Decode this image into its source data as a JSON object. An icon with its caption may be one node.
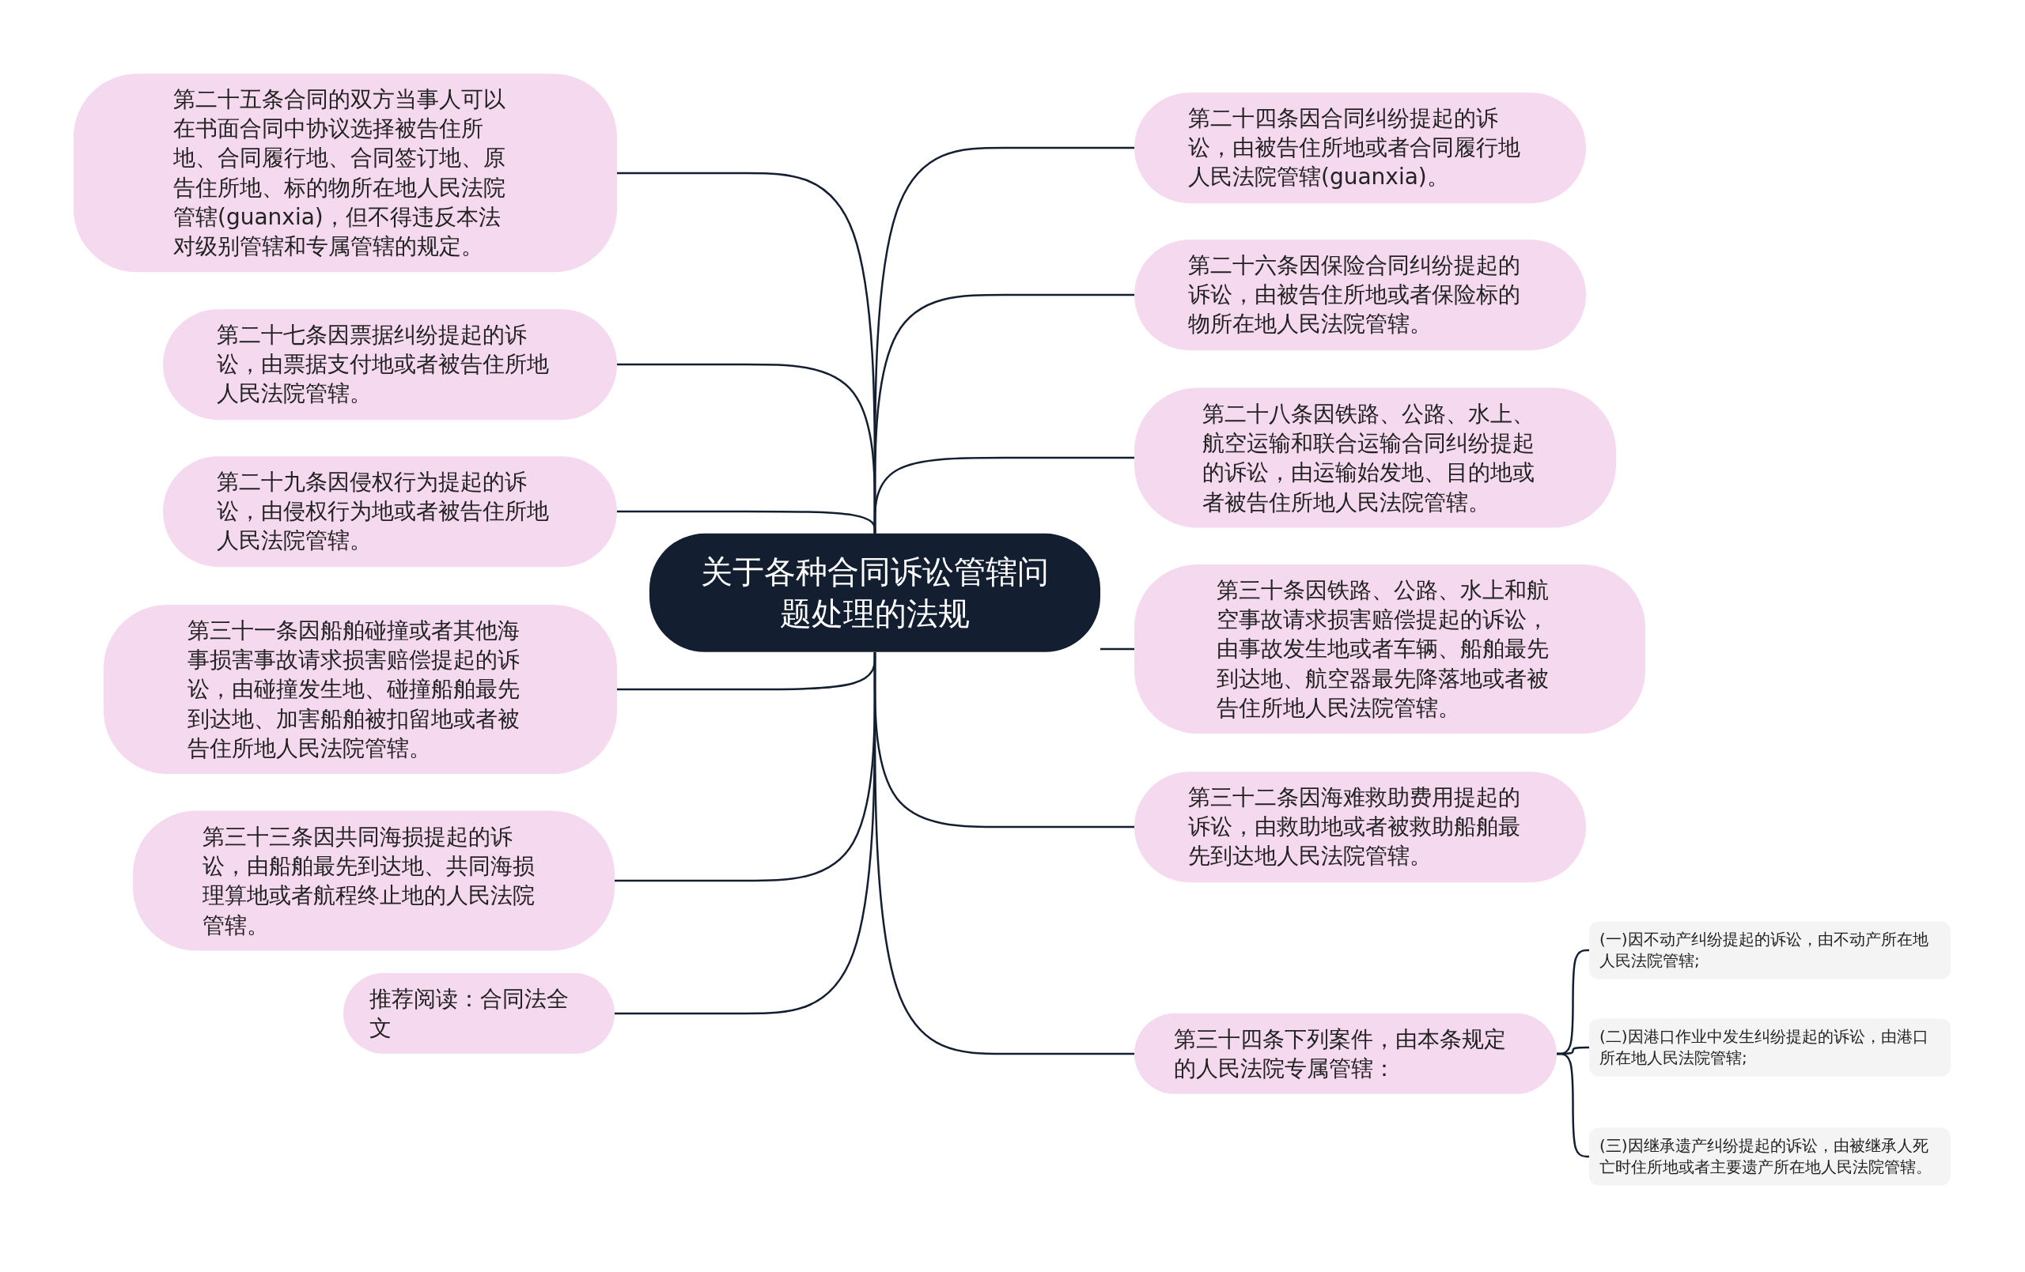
{
  "diagram": {
    "nodes": [
      {
        "text": [
          "关于各种合同诉讼管辖问题处理的法规"
        ]
      },
      {
        "text": [
          "第二十五条合同的双方当事人可以在书面合同中协议选择被告住所地、合同履行地、合同签订地、原告住所地、标的物所在地人民法院管辖(guanxia)，但不得违反本法对级别管辖和专属管辖的规定。"
        ]
      },
      {
        "text": [
          "第二十七条因票据纠纷提起的诉讼，由票据支付地或者被告住所地人民法院管辖。"
        ]
      },
      {
        "text": [
          "第二十九条因侵权行为提起的诉讼，由侵权行为地或者被告住所地人民法院管辖。"
        ]
      },
      {
        "text": [
          "第三十一条因船舶碰撞或者其他海事损害事故请求损害赔偿提起的诉讼，由碰撞发生地、碰撞船舶最先到达地、加害船舶被扣留地或者被告住所地人民法院管辖。"
        ]
      },
      {
        "text": [
          "第三十三条因共同海损提起的诉讼，由船舶最先到达地、共同海损理算地或者航程终止地的人民法院管辖。"
        ]
      },
      {
        "text": [
          "推荐阅读：合同法全文"
        ]
      },
      {
        "text": [
          "第二十四条因合同纠纷提起的诉讼，由被告住所地或者合同履行地人民法院管辖(guanxia)。"
        ]
      },
      {
        "text": [
          "第二十六条因保险合同纠纷提起的诉讼，由被告住所地或者保险标的物所在地人民法院管辖。"
        ]
      },
      {
        "text": [
          "第二十八条因铁路、公路、水上、航空运输和联合运输合同纠纷提起的诉讼，由运输始发地、目的地或者被告住所地人民法院管辖。"
        ]
      },
      {
        "text": [
          "第三十条因铁路、公路、水上和航空事故请求损害赔偿提起的诉讼，由事故发生地或者车辆、船舶最先到达地、航空器最先降落地或者被告住所地人民法院管辖。"
        ]
      },
      {
        "text": [
          "第三十二条因海难救助费用提起的诉讼，由救助地或者被救助船舶最先到达地人民法院管辖。"
        ]
      },
      {
        "text": [
          "第三十四条下列案件，由本条规定的人民法院专属管辖："
        ]
      },
      {
        "text": [
          "(一)因不动产纠纷提起的诉讼，由不动产所在地人民法院管辖;"
        ]
      },
      {
        "text": [
          "(二)因港口作业中发生纠纷提起的诉讼，由港口所在地人民法院管辖;"
        ]
      },
      {
        "text": [
          "(三)因继承遗产纠纷提起的诉讼，由被继承人死亡时住所地或者主要遗产所在地人民法院管辖。"
        ]
      }
    ],
    "edges": [
      {
        "from": 0,
        "to": 1,
        "arrow": "none"
      },
      {
        "from": 0,
        "to": 2,
        "arrow": "none"
      },
      {
        "from": 0,
        "to": 3,
        "arrow": "none"
      },
      {
        "from": 0,
        "to": 4,
        "arrow": "none"
      },
      {
        "from": 0,
        "to": 5,
        "arrow": "none"
      },
      {
        "from": 0,
        "to": 6,
        "arrow": "none"
      },
      {
        "from": 0,
        "to": 7,
        "arrow": "none"
      },
      {
        "from": 0,
        "to": 8,
        "arrow": "none"
      },
      {
        "from": 0,
        "to": 9,
        "arrow": "none"
      },
      {
        "from": 0,
        "to": 10,
        "arrow": "none"
      },
      {
        "from": 0,
        "to": 11,
        "arrow": "none"
      },
      {
        "from": 0,
        "to": 12,
        "arrow": "none"
      },
      {
        "from": 12,
        "to": 13,
        "arrow": "none"
      },
      {
        "from": 12,
        "to": 14,
        "arrow": "none"
      },
      {
        "from": 12,
        "to": 15,
        "arrow": "none"
      }
    ]
  }
}
